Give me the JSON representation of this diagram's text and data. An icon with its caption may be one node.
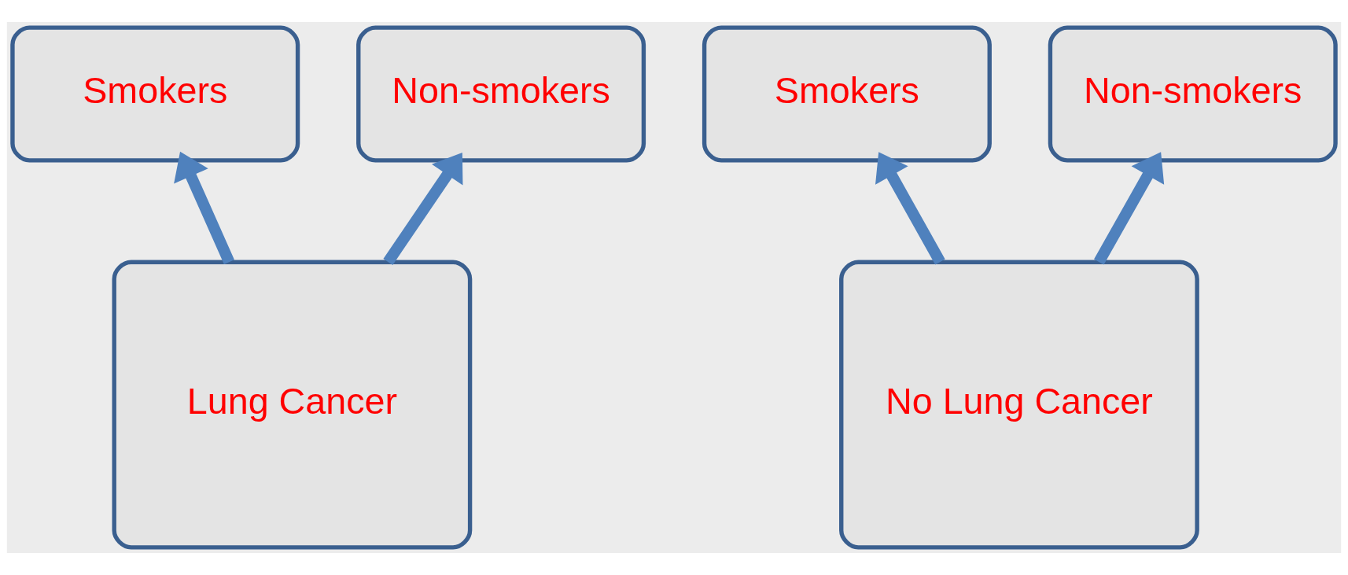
{
  "diagram": {
    "nodes": [
      {
        "text": [
          "Smokers"
        ]
      },
      {
        "text": [
          "Non-smokers"
        ]
      },
      {
        "text": [
          "Lung Cancer"
        ]
      },
      {
        "text": [
          "Smokers"
        ]
      },
      {
        "text": [
          "Non-smokers"
        ]
      },
      {
        "text": [
          "No Lung Cancer"
        ]
      }
    ],
    "edges": [
      {
        "from": 2,
        "to": 0,
        "arrow": "to"
      },
      {
        "from": 2,
        "to": 1,
        "arrow": "to"
      },
      {
        "from": 5,
        "to": 3,
        "arrow": "to"
      },
      {
        "from": 5,
        "to": 4,
        "arrow": "to"
      }
    ]
  }
}
